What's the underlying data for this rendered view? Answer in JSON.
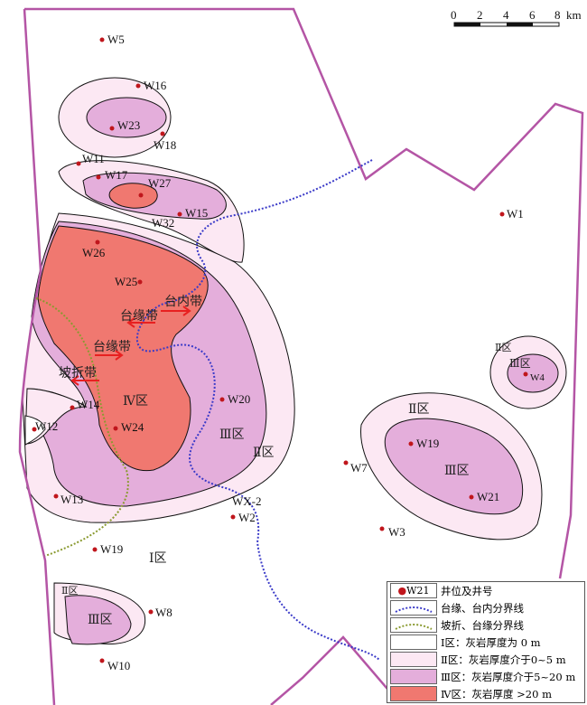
{
  "scale_bar": {
    "ticks": [
      "0",
      "2",
      "4",
      "6",
      "8"
    ],
    "unit": "km"
  },
  "wells": [
    "W5",
    "W16",
    "W23",
    "W18",
    "W11",
    "W17",
    "W27",
    "W15",
    "W32",
    "W1",
    "W26",
    "W25",
    "W20",
    "W14",
    "W12",
    "W24",
    "W13",
    "WX-2",
    "W2",
    "W19",
    "W8",
    "W10",
    "W7",
    "W3",
    "W4",
    "W19",
    "W21"
  ],
  "zones": {
    "z1": "Ⅰ区",
    "z2": "Ⅱ区",
    "z3": "Ⅲ区",
    "z4": "Ⅳ区"
  },
  "belts": {
    "platform_margin": "台缘带",
    "platform_interior": "台内带",
    "slope_break": "坡折带"
  },
  "legend": [
    {
      "symbol": "W21",
      "label": "井位及井号"
    },
    {
      "label": "台缘、台内分界线"
    },
    {
      "label": "坡折、台缘分界线"
    },
    {
      "label": "Ⅰ区：灰岩厚度为 0 m",
      "color": "#ffffff"
    },
    {
      "label": "Ⅱ区：灰岩厚度介于0~5 m",
      "color": "#fce8f3"
    },
    {
      "label": "Ⅲ区：灰岩厚度介于5~20 m",
      "color": "#e4aedb"
    },
    {
      "label": "Ⅳ区：灰岩厚度 >20 m",
      "color": "#f07870"
    }
  ],
  "colors": {
    "z2": "#fce8f3",
    "z3": "#e4aedb",
    "z4": "#f07870",
    "border": "#b455a5",
    "blue_line": "#3a3ac8",
    "olive_line": "#8a9a30",
    "well": "#c0161c"
  }
}
